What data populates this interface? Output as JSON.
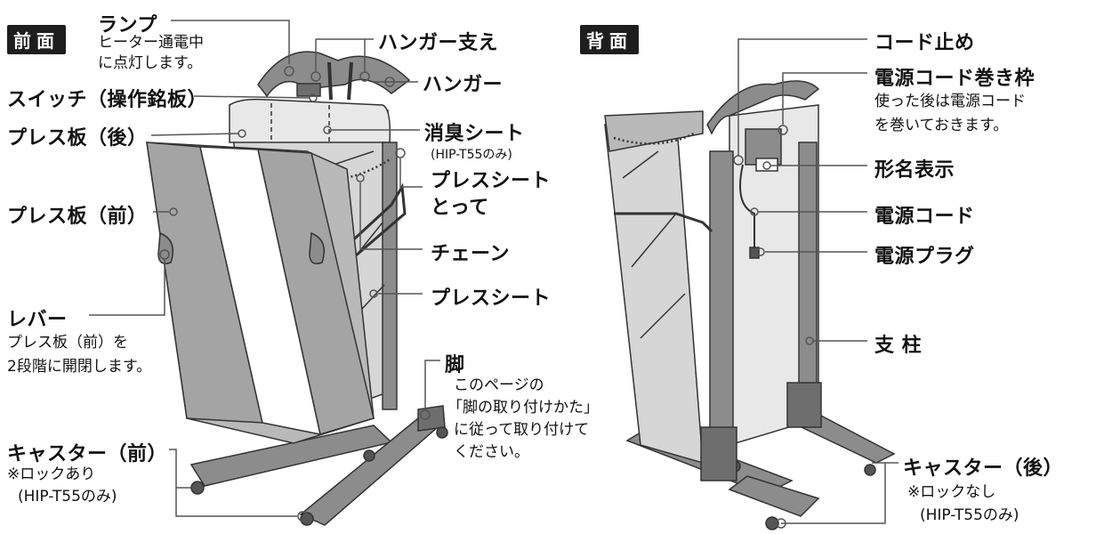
{
  "front_tag": "前面",
  "back_tag": "背面",
  "front": {
    "lamp": "ランプ",
    "lamp_desc_1": "ヒーター通電中",
    "lamp_desc_2": "に点灯します。",
    "hanger_support": "ハンガー支え",
    "hanger": "ハンガー",
    "switch": "スイッチ（操作銘板）",
    "press_board_back": "プレス板（後）",
    "deodorizing_sheet": "消臭シート",
    "deodorizing_note": "(HIP-T55のみ)",
    "press_sheet_handle_1": "プレスシート",
    "press_sheet_handle_2": "とって",
    "press_board_front": "プレス板（前）",
    "chain": "チェーン",
    "press_sheet": "プレスシート",
    "lever": "レバー",
    "lever_desc_1": "プレス板（前）を",
    "lever_desc_2": "2段階に開閉します。",
    "leg": "脚",
    "leg_desc_1": "このページの",
    "leg_desc_2": "「脚の取り付けかた」",
    "leg_desc_3": "に従って取り付けて",
    "leg_desc_4": "ください。",
    "caster_front": "キャスター（前）",
    "caster_front_note_1": "※ロックあり",
    "caster_front_note_2": "(HIP-T55のみ)"
  },
  "back": {
    "cord_stopper": "コード止め",
    "cord_winder": "電源コード巻き枠",
    "cord_winder_desc_1": "使った後は電源コード",
    "cord_winder_desc_2": "を巻いておきます。",
    "model_label": "形名表示",
    "power_cord": "電源コード",
    "power_plug": "電源プラグ",
    "pillar": "支 柱",
    "caster_back": "キャスター（後）",
    "caster_back_note_1": "※ロックなし",
    "caster_back_note_2": "(HIP-T55のみ)"
  },
  "colors": {
    "frame": "#8c8c8c",
    "frame_dark": "#6e6e6e",
    "board": "#b9b9b9",
    "light": "#e8e8e8",
    "line": "#555555",
    "tag_bg": "#1e1e1e"
  }
}
